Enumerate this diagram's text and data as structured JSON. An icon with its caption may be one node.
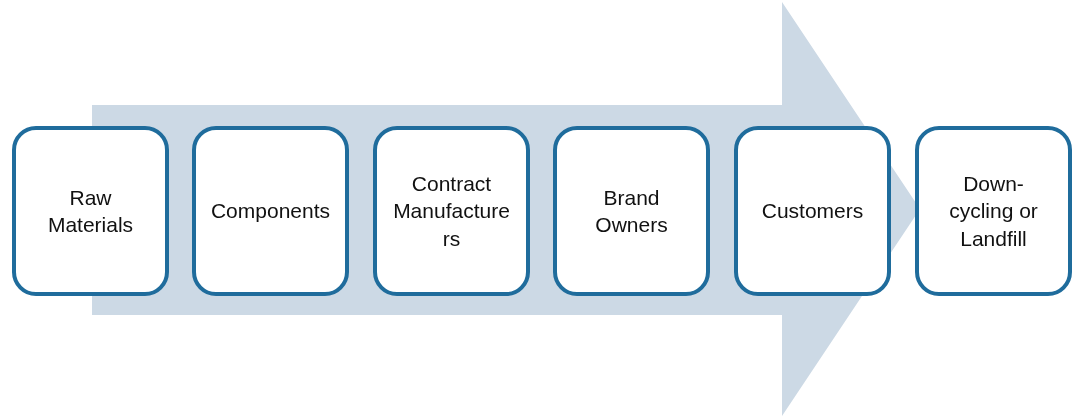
{
  "diagram": {
    "nodes": [
      {
        "text": [
          "Raw Materials"
        ]
      },
      {
        "text": [
          "Components"
        ]
      },
      {
        "text": [
          "Contract Manufacturers"
        ]
      },
      {
        "text": [
          "Brand Owners"
        ]
      },
      {
        "text": [
          "Customers"
        ]
      },
      {
        "text": [
          "Down-cycling or Landfill"
        ]
      }
    ],
    "edges": [
      {
        "from": 0,
        "to": 5,
        "arrow": "to"
      }
    ]
  }
}
